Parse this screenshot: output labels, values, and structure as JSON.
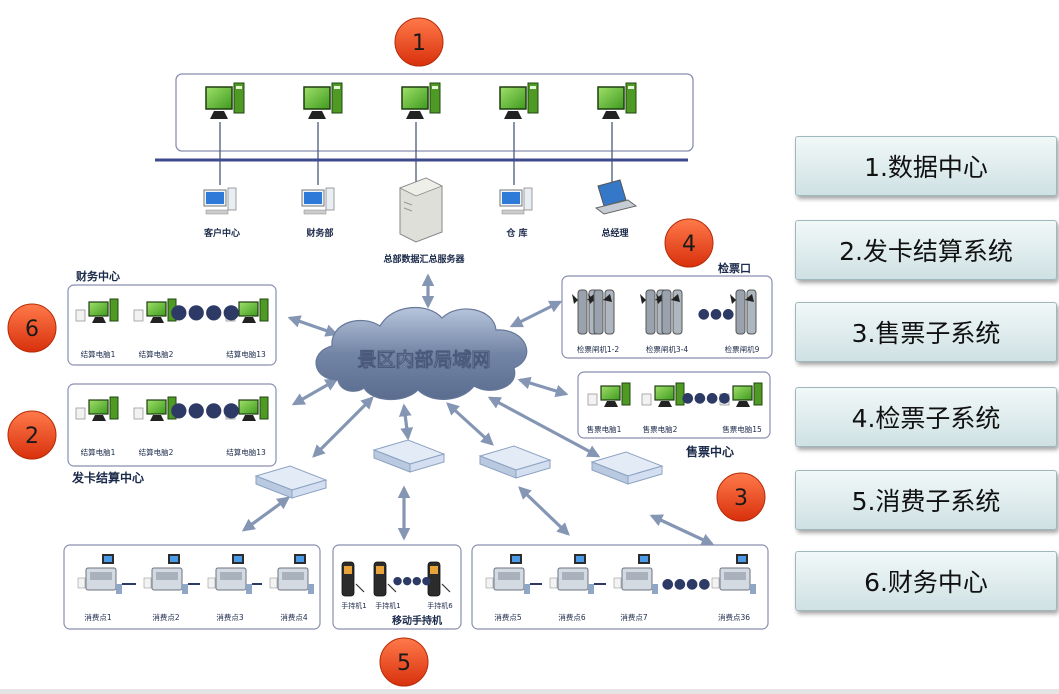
{
  "badges": [
    "1",
    "2",
    "3",
    "4",
    "5",
    "6"
  ],
  "legend": [
    "1.数据中心",
    "2.发卡结算系统",
    "3.售票子系统",
    "4.检票子系统",
    "5.消费子系统",
    "6.财务中心"
  ],
  "cloud_label": "景区内部局域网",
  "datacenter": {
    "clients": [
      "客户中心",
      "财务部",
      "总部数据汇总服务器",
      "仓  库",
      "总经理"
    ]
  },
  "finance": {
    "title": "财务中心",
    "pcs": [
      "结算电脑1",
      "结算电脑2",
      "结算电脑13"
    ]
  },
  "card_settlement": {
    "title": "发卡结算中心",
    "pcs": [
      "结算电脑1",
      "结算电脑2",
      "结算电脑13"
    ]
  },
  "ticket_check": {
    "title": "检票口",
    "gates": [
      "检票闸机1-2",
      "检票闸机3-4",
      "检票闸机9"
    ]
  },
  "ticket_sale": {
    "title": "售票中心",
    "pcs": [
      "售票电脑1",
      "售票电脑2",
      "售票电脑15"
    ]
  },
  "consume_left": {
    "points": [
      "消费点1",
      "消费点2",
      "消费点3",
      "消费点4"
    ]
  },
  "handheld": {
    "title": "移动手持机",
    "devices": [
      "手持机1",
      "手持机1",
      "手持机6"
    ]
  },
  "consume_right": {
    "points": [
      "消费点5",
      "消费点6",
      "消费点7",
      "消费点36"
    ]
  },
  "colors": {
    "badge": "#e8401c",
    "arrow": "#8b9cb8",
    "panel_border": "#8a8fb0",
    "cloud": "#7486a6",
    "pc_green": "#5aa02c"
  }
}
